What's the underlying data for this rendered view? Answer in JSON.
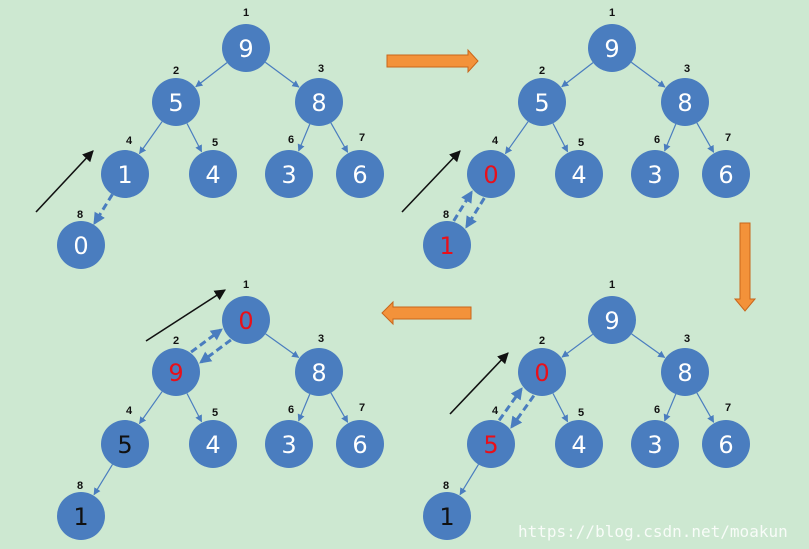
{
  "colors": {
    "background": "#cde8d1",
    "node_fill": "#4a7dbf",
    "text_white": "#ffffff",
    "text_red": "#e8101a",
    "text_black": "#111111",
    "orange": "#f3923a",
    "orange_stroke": "#c8661b"
  },
  "panels": [
    {
      "id": "top-left",
      "nodes": [
        {
          "index": "1",
          "value": "9",
          "color": "white"
        },
        {
          "index": "2",
          "value": "5",
          "color": "white"
        },
        {
          "index": "3",
          "value": "8",
          "color": "white"
        },
        {
          "index": "4",
          "value": "1",
          "color": "white"
        },
        {
          "index": "5",
          "value": "4",
          "color": "white"
        },
        {
          "index": "6",
          "value": "3",
          "color": "white"
        },
        {
          "index": "7",
          "value": "6",
          "color": "white"
        },
        {
          "index": "8",
          "value": "0",
          "color": "white"
        }
      ]
    },
    {
      "id": "top-right",
      "nodes": [
        {
          "index": "1",
          "value": "9",
          "color": "white"
        },
        {
          "index": "2",
          "value": "5",
          "color": "white"
        },
        {
          "index": "3",
          "value": "8",
          "color": "white"
        },
        {
          "index": "4",
          "value": "0",
          "color": "red"
        },
        {
          "index": "5",
          "value": "4",
          "color": "white"
        },
        {
          "index": "6",
          "value": "3",
          "color": "white"
        },
        {
          "index": "7",
          "value": "6",
          "color": "white"
        },
        {
          "index": "8",
          "value": "1",
          "color": "red"
        }
      ]
    },
    {
      "id": "bottom-right",
      "nodes": [
        {
          "index": "1",
          "value": "9",
          "color": "white"
        },
        {
          "index": "2",
          "value": "0",
          "color": "red"
        },
        {
          "index": "3",
          "value": "8",
          "color": "white"
        },
        {
          "index": "4",
          "value": "5",
          "color": "red"
        },
        {
          "index": "5",
          "value": "4",
          "color": "white"
        },
        {
          "index": "6",
          "value": "3",
          "color": "white"
        },
        {
          "index": "7",
          "value": "6",
          "color": "white"
        },
        {
          "index": "8",
          "value": "1",
          "color": "black"
        }
      ]
    },
    {
      "id": "bottom-left",
      "nodes": [
        {
          "index": "1",
          "value": "0",
          "color": "red"
        },
        {
          "index": "2",
          "value": "9",
          "color": "red"
        },
        {
          "index": "3",
          "value": "8",
          "color": "white"
        },
        {
          "index": "4",
          "value": "5",
          "color": "black"
        },
        {
          "index": "5",
          "value": "4",
          "color": "white"
        },
        {
          "index": "6",
          "value": "3",
          "color": "white"
        },
        {
          "index": "7",
          "value": "6",
          "color": "white"
        },
        {
          "index": "8",
          "value": "1",
          "color": "black"
        }
      ]
    }
  ],
  "watermark": "https://blog.csdn.net/moakun"
}
